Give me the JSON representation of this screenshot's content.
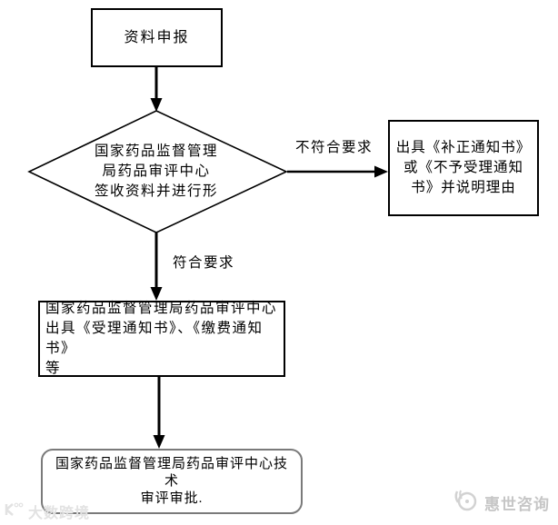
{
  "flowchart": {
    "nodes": {
      "start": {
        "label": "资料申报"
      },
      "decision": {
        "lines": [
          "国家药品监督管理",
          "局药品审评中心",
          "签收资料并进行形"
        ]
      },
      "reject": {
        "lines": [
          "出具《补正通知书》",
          "或《不予受理通知",
          "书》并说明理由"
        ]
      },
      "accept": {
        "lines": [
          "国家药品监督管理局药品审评中心",
          "出具《受理通知书》、《缴费通知书》",
          "等"
        ]
      },
      "review": {
        "lines": [
          "国家药品监督管理局药品审评中心技",
          "术",
          "审评审批."
        ]
      }
    },
    "edge_labels": {
      "not_meet": "不符合要求",
      "meet": "符合要求"
    }
  },
  "watermarks": {
    "bottom_left": "大数跨境",
    "bottom_right": "惠世咨询"
  },
  "colors": {
    "line": "#000000",
    "rounded_border": "#7a7a7a",
    "watermark_right": "#c6c6c6",
    "watermark_left": "#e2e2e2"
  }
}
